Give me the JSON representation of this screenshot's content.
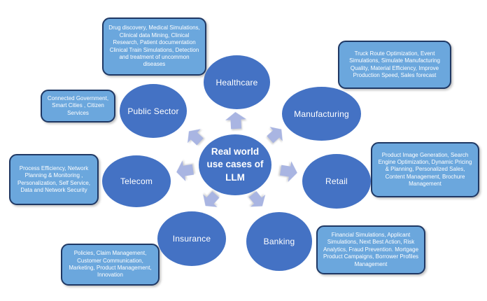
{
  "diagram": {
    "title": "Real world use cases of LLM",
    "center": {
      "label": "Real world use cases of LLM"
    },
    "categories": [
      {
        "id": "healthcare",
        "label": "Healthcare",
        "details": "Drug discovery, Medical Simulations, Clinical data Mining,  Clinical Research, Patient documentation Clinical Train Simulations, Detection and treatment of uncommon diseases"
      },
      {
        "id": "manufacturing",
        "label": "Manufacturing",
        "details": "Truck Route Optimization, Event Simulations, Simulate Manufacturing Quality, Material Efficiency, Improve  Production Speed, Sales forecast"
      },
      {
        "id": "public-sector",
        "label": "Public Sector",
        "details": "Connected Government, Smart Cities , Citizen Services"
      },
      {
        "id": "retail",
        "label": "Retail",
        "details": "Product Image Generation, Search Engine Optimization, Dynamic Pricing & Planning, Personalized Sales, Content Management, Brochure Management"
      },
      {
        "id": "telecom",
        "label": "Telecom",
        "details": "Process Efficiency, Network Planning & Monitoring , Personalization, Self Service, Data and Network Security"
      },
      {
        "id": "insurance",
        "label": "Insurance",
        "details": "Policies, Claim Management, Customer Communication, Marketing, Product Management, Innovation"
      },
      {
        "id": "banking",
        "label": "Banking",
        "details": "Financial Simulations, Applicant Simulations, Next Best Action, Risk Analytics, Fraud Prevention. Mortgage Product Campaigns, Borrower Profiles Management"
      }
    ],
    "colors": {
      "node_fill": "#4472C4",
      "detail_box_fill": "#6BA7DD",
      "detail_box_border": "#1F3864",
      "arrow_fill": "#A9B5E2",
      "text_on_blue": "#FFFFFF",
      "background": "#FFFFFF"
    }
  }
}
